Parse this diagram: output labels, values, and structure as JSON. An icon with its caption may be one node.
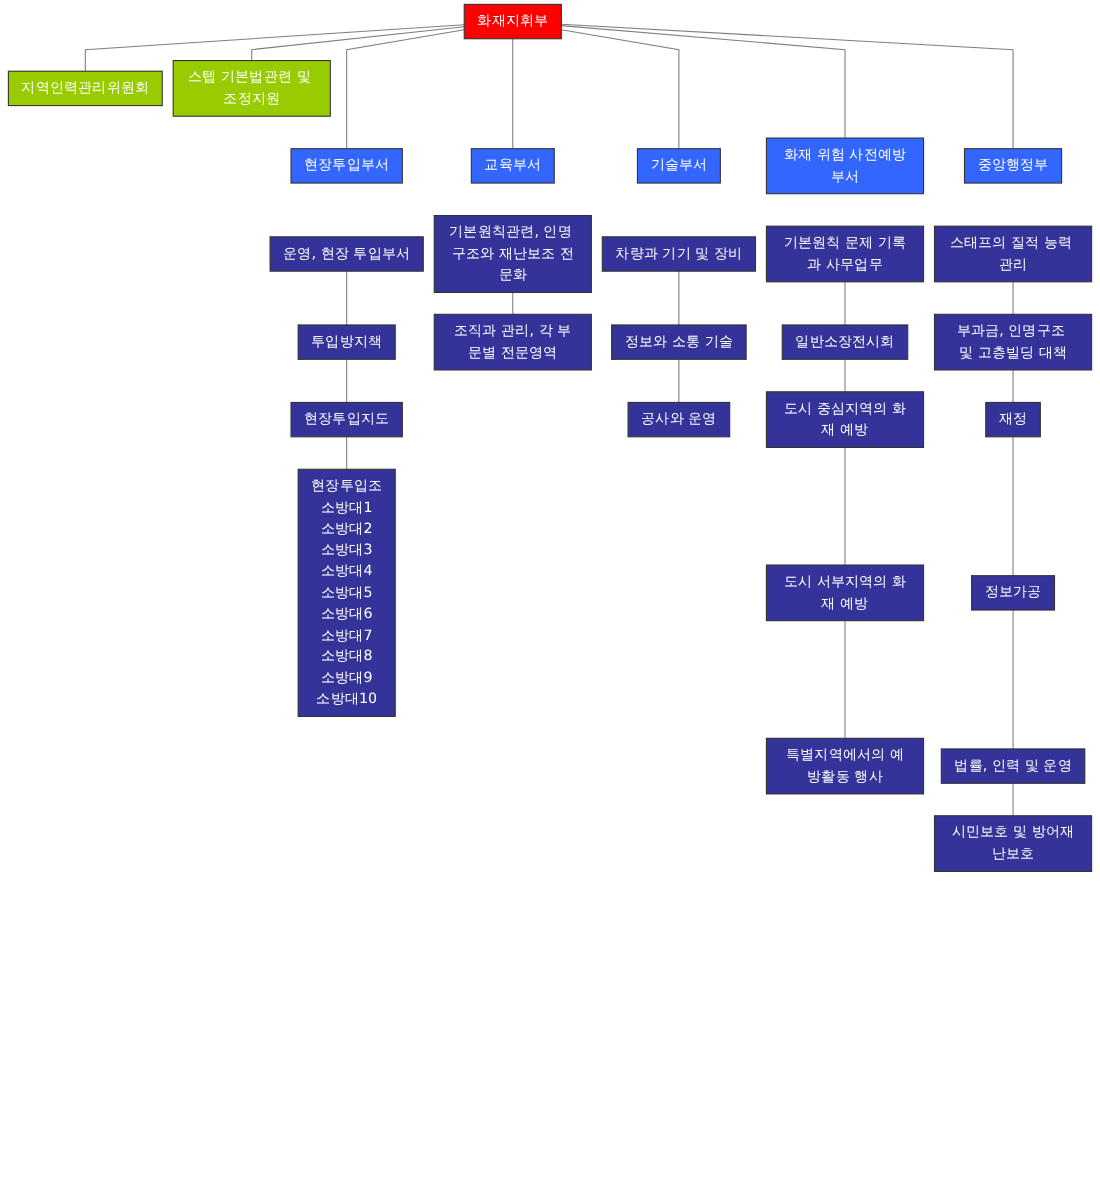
{
  "diagram": {
    "nodes": [
      {
        "text": [
          "화재지휘부"
        ]
      },
      {
        "text": [
          "지역인력관리위원회"
        ]
      },
      {
        "text": [
          "스텝 기본법관련 및 조정지원"
        ]
      },
      {
        "text": [
          "현장투입부서"
        ]
      },
      {
        "text": [
          "교육부서"
        ]
      },
      {
        "text": [
          "기술부서"
        ]
      },
      {
        "text": [
          "화재 위험 사전예방부서"
        ]
      },
      {
        "text": [
          "중앙행정부"
        ]
      },
      {
        "text": [
          "운영, 현장 투입부서"
        ]
      },
      {
        "text": [
          "투입방지책"
        ]
      },
      {
        "text": [
          "현장투입지도"
        ]
      },
      {
        "text": [
          "현장투입조",
          "소방대1",
          "소방대2",
          "소방대3",
          "소방대4",
          "소방대5",
          "소방대6",
          "소방대7",
          "소방대8",
          "소방대9",
          "소방대10"
        ]
      },
      {
        "text": [
          "기본원칙관련, 인명 구조와 재난보조 전문화"
        ]
      },
      {
        "text": [
          "조직과 관리, 각 부문별 전문영역"
        ]
      },
      {
        "text": [
          "차량과 기기 및 장비"
        ]
      },
      {
        "text": [
          "정보와 소통 기술"
        ]
      },
      {
        "text": [
          "공사와 운영"
        ]
      },
      {
        "text": [
          "기본원칙 문제 기록과 사무업무"
        ]
      },
      {
        "text": [
          "일반소장전시회"
        ]
      },
      {
        "text": [
          "도시 중심지역의 화재 예방"
        ]
      },
      {
        "text": [
          "도시 서부지역의 화재 예방"
        ]
      },
      {
        "text": [
          "특별지역에서의 예방활동 행사"
        ]
      },
      {
        "text": [
          "스태프의 질적 능력 관리"
        ]
      },
      {
        "text": [
          "부과금, 인명구조 및 고층빌딩 대책"
        ]
      },
      {
        "text": [
          "재정"
        ]
      },
      {
        "text": [
          "정보가공"
        ]
      },
      {
        "text": [
          "법률, 인력 및 운영"
        ]
      },
      {
        "text": [
          "시민보호 및 방어재난보호"
        ]
      }
    ],
    "edges": [
      {
        "from": 0,
        "to": 1,
        "arrow": "none"
      },
      {
        "from": 0,
        "to": 2,
        "arrow": "none"
      },
      {
        "from": 0,
        "to": 3,
        "arrow": "none"
      },
      {
        "from": 0,
        "to": 4,
        "arrow": "none"
      },
      {
        "from": 0,
        "to": 5,
        "arrow": "none"
      },
      {
        "from": 0,
        "to": 6,
        "arrow": "none"
      },
      {
        "from": 0,
        "to": 7,
        "arrow": "none"
      },
      {
        "from": 8,
        "to": 9,
        "arrow": "none"
      },
      {
        "from": 9,
        "to": 10,
        "arrow": "none"
      },
      {
        "from": 10,
        "to": 11,
        "arrow": "none"
      },
      {
        "from": 12,
        "to": 13,
        "arrow": "none"
      },
      {
        "from": 14,
        "to": 15,
        "arrow": "none"
      },
      {
        "from": 15,
        "to": 16,
        "arrow": "none"
      },
      {
        "from": 17,
        "to": 18,
        "arrow": "none"
      },
      {
        "from": 18,
        "to": 19,
        "arrow": "none"
      },
      {
        "from": 19,
        "to": 20,
        "arrow": "none"
      },
      {
        "from": 20,
        "to": 21,
        "arrow": "none"
      },
      {
        "from": 22,
        "to": 23,
        "arrow": "none"
      },
      {
        "from": 23,
        "to": 24,
        "arrow": "none"
      },
      {
        "from": 24,
        "to": 25,
        "arrow": "none"
      },
      {
        "from": 25,
        "to": 26,
        "arrow": "none"
      },
      {
        "from": 26,
        "to": 27,
        "arrow": "none"
      }
    ]
  }
}
